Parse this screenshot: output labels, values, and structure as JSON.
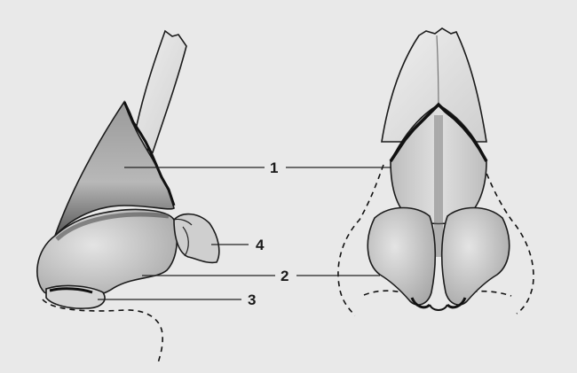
{
  "callouts": [
    {
      "id": "1",
      "label": "1"
    },
    {
      "id": "2",
      "label": "2"
    },
    {
      "id": "3",
      "label": "3"
    },
    {
      "id": "4",
      "label": "4"
    }
  ],
  "colors": {
    "background": "#e9e9e9",
    "bone": "#c9c9c9",
    "cartilage_light": "#dcdcdc",
    "shadow": "#6a6a6a",
    "ink": "#1b1b1b"
  }
}
